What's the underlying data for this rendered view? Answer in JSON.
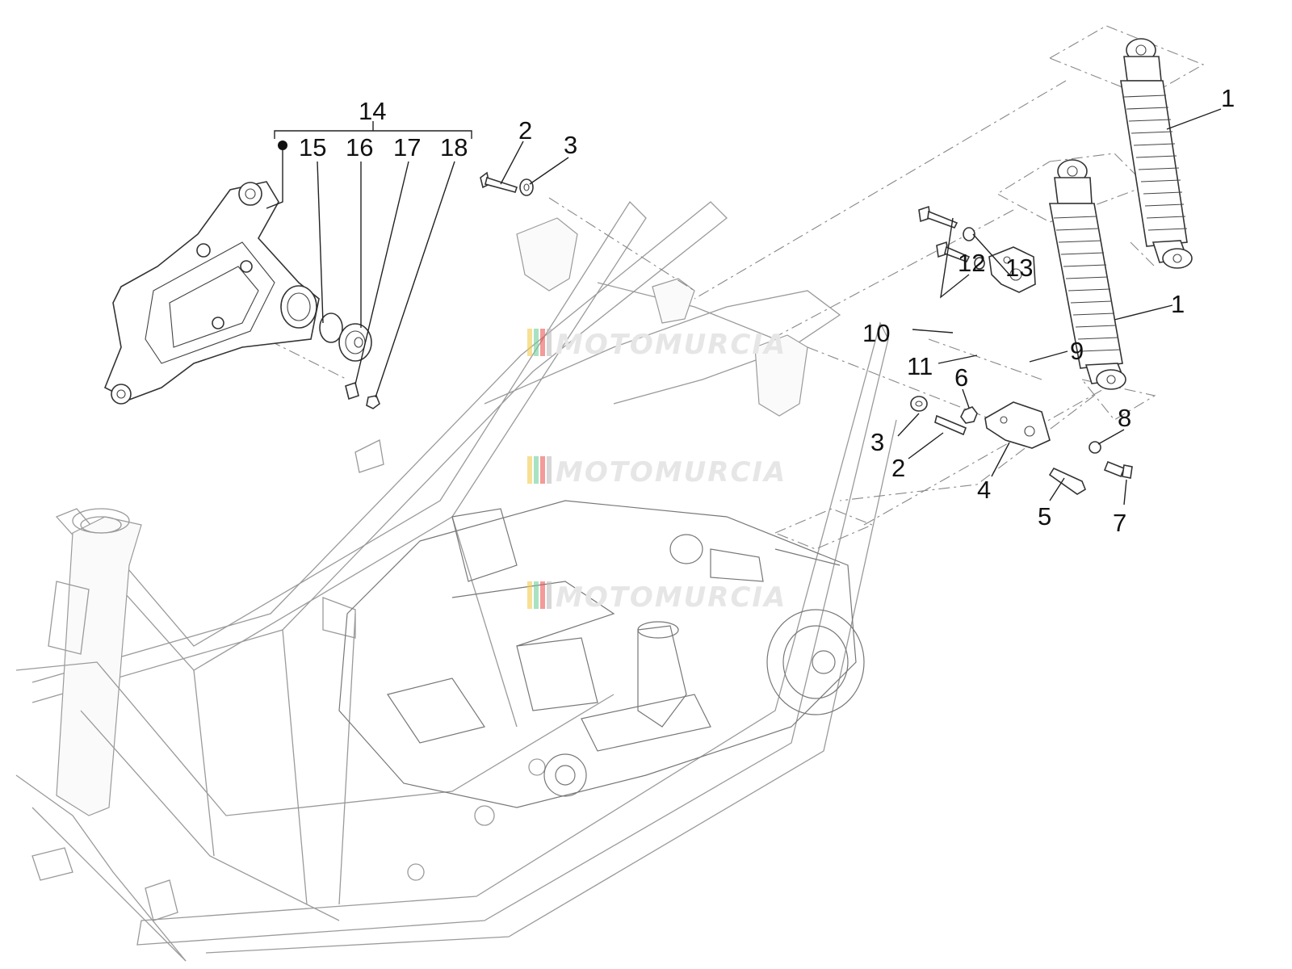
{
  "diagram": {
    "callouts": {
      "c1a": "1",
      "c1b": "1",
      "c2a": "2",
      "c2b": "2",
      "c3a": "3",
      "c3b": "3",
      "c4": "4",
      "c5": "5",
      "c6": "6",
      "c7": "7",
      "c8": "8",
      "c9": "9",
      "c10": "10",
      "c11": "11",
      "c12": "12",
      "c13": "13",
      "c14": "14",
      "c15": "15",
      "c16": "16",
      "c17": "17",
      "c18": "18"
    },
    "watermark": "MOTOMURCIA",
    "watermark_colors": [
      "#f2c94c",
      "#6fcf97",
      "#eb5757",
      "#bdbdbd"
    ]
  }
}
